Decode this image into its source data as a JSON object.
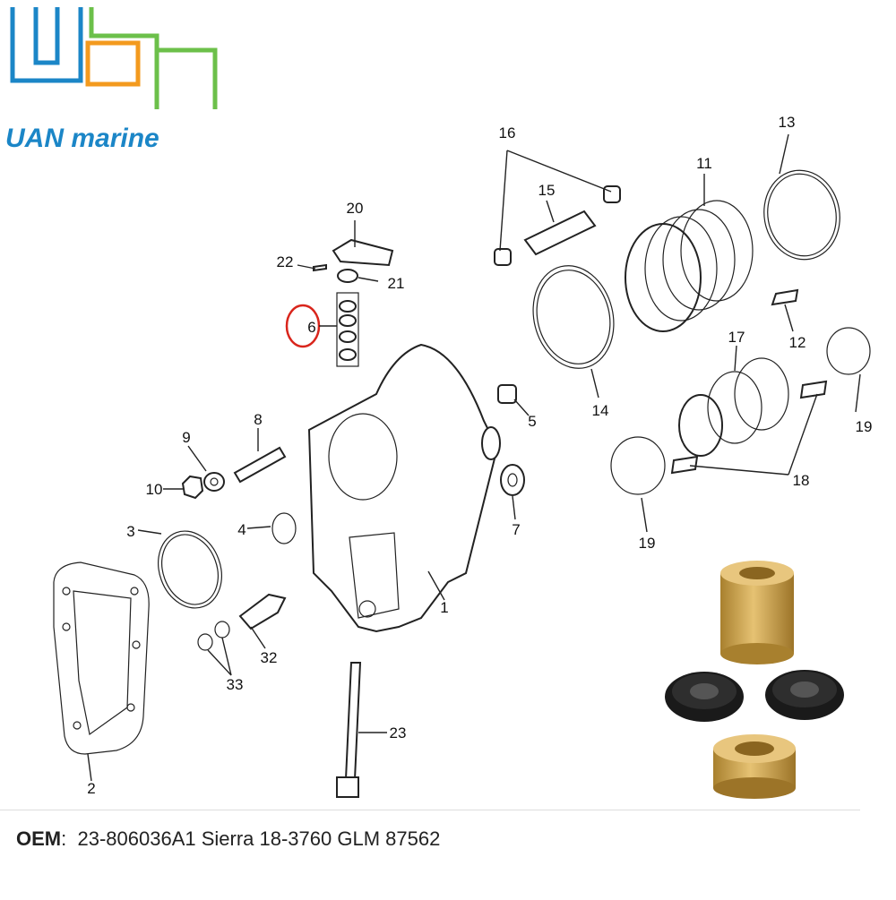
{
  "brand": {
    "name": "UAN marine",
    "colors": {
      "blue": "#1b86c7",
      "orange": "#f39a1e",
      "green": "#6cc04a"
    }
  },
  "oem": {
    "label": "OEM",
    "separator": ":",
    "value": "23-806036A1 Sierra 18-3760 GLM 87562"
  },
  "callouts": [
    {
      "id": "1",
      "text": "1"
    },
    {
      "id": "2",
      "text": "2"
    },
    {
      "id": "3",
      "text": "3"
    },
    {
      "id": "4",
      "text": "4"
    },
    {
      "id": "5",
      "text": "5"
    },
    {
      "id": "6",
      "text": "6"
    },
    {
      "id": "7",
      "text": "7"
    },
    {
      "id": "8",
      "text": "8"
    },
    {
      "id": "9",
      "text": "9"
    },
    {
      "id": "10",
      "text": "10"
    },
    {
      "id": "11",
      "text": "11"
    },
    {
      "id": "12",
      "text": "12"
    },
    {
      "id": "13",
      "text": "13"
    },
    {
      "id": "14",
      "text": "14"
    },
    {
      "id": "15",
      "text": "15"
    },
    {
      "id": "16",
      "text": "16"
    },
    {
      "id": "17",
      "text": "17"
    },
    {
      "id": "18",
      "text": "18"
    },
    {
      "id": "19a",
      "text": "19"
    },
    {
      "id": "19b",
      "text": "19"
    },
    {
      "id": "20",
      "text": "20"
    },
    {
      "id": "21",
      "text": "21"
    },
    {
      "id": "22",
      "text": "22"
    },
    {
      "id": "23",
      "text": "23"
    },
    {
      "id": "32",
      "text": "32"
    },
    {
      "id": "33",
      "text": "33"
    }
  ],
  "highlight": {
    "callout": "6",
    "color": "#d9251c"
  },
  "photo": {
    "bronze": "#c9a24a",
    "seal": "#1a1a1a"
  }
}
